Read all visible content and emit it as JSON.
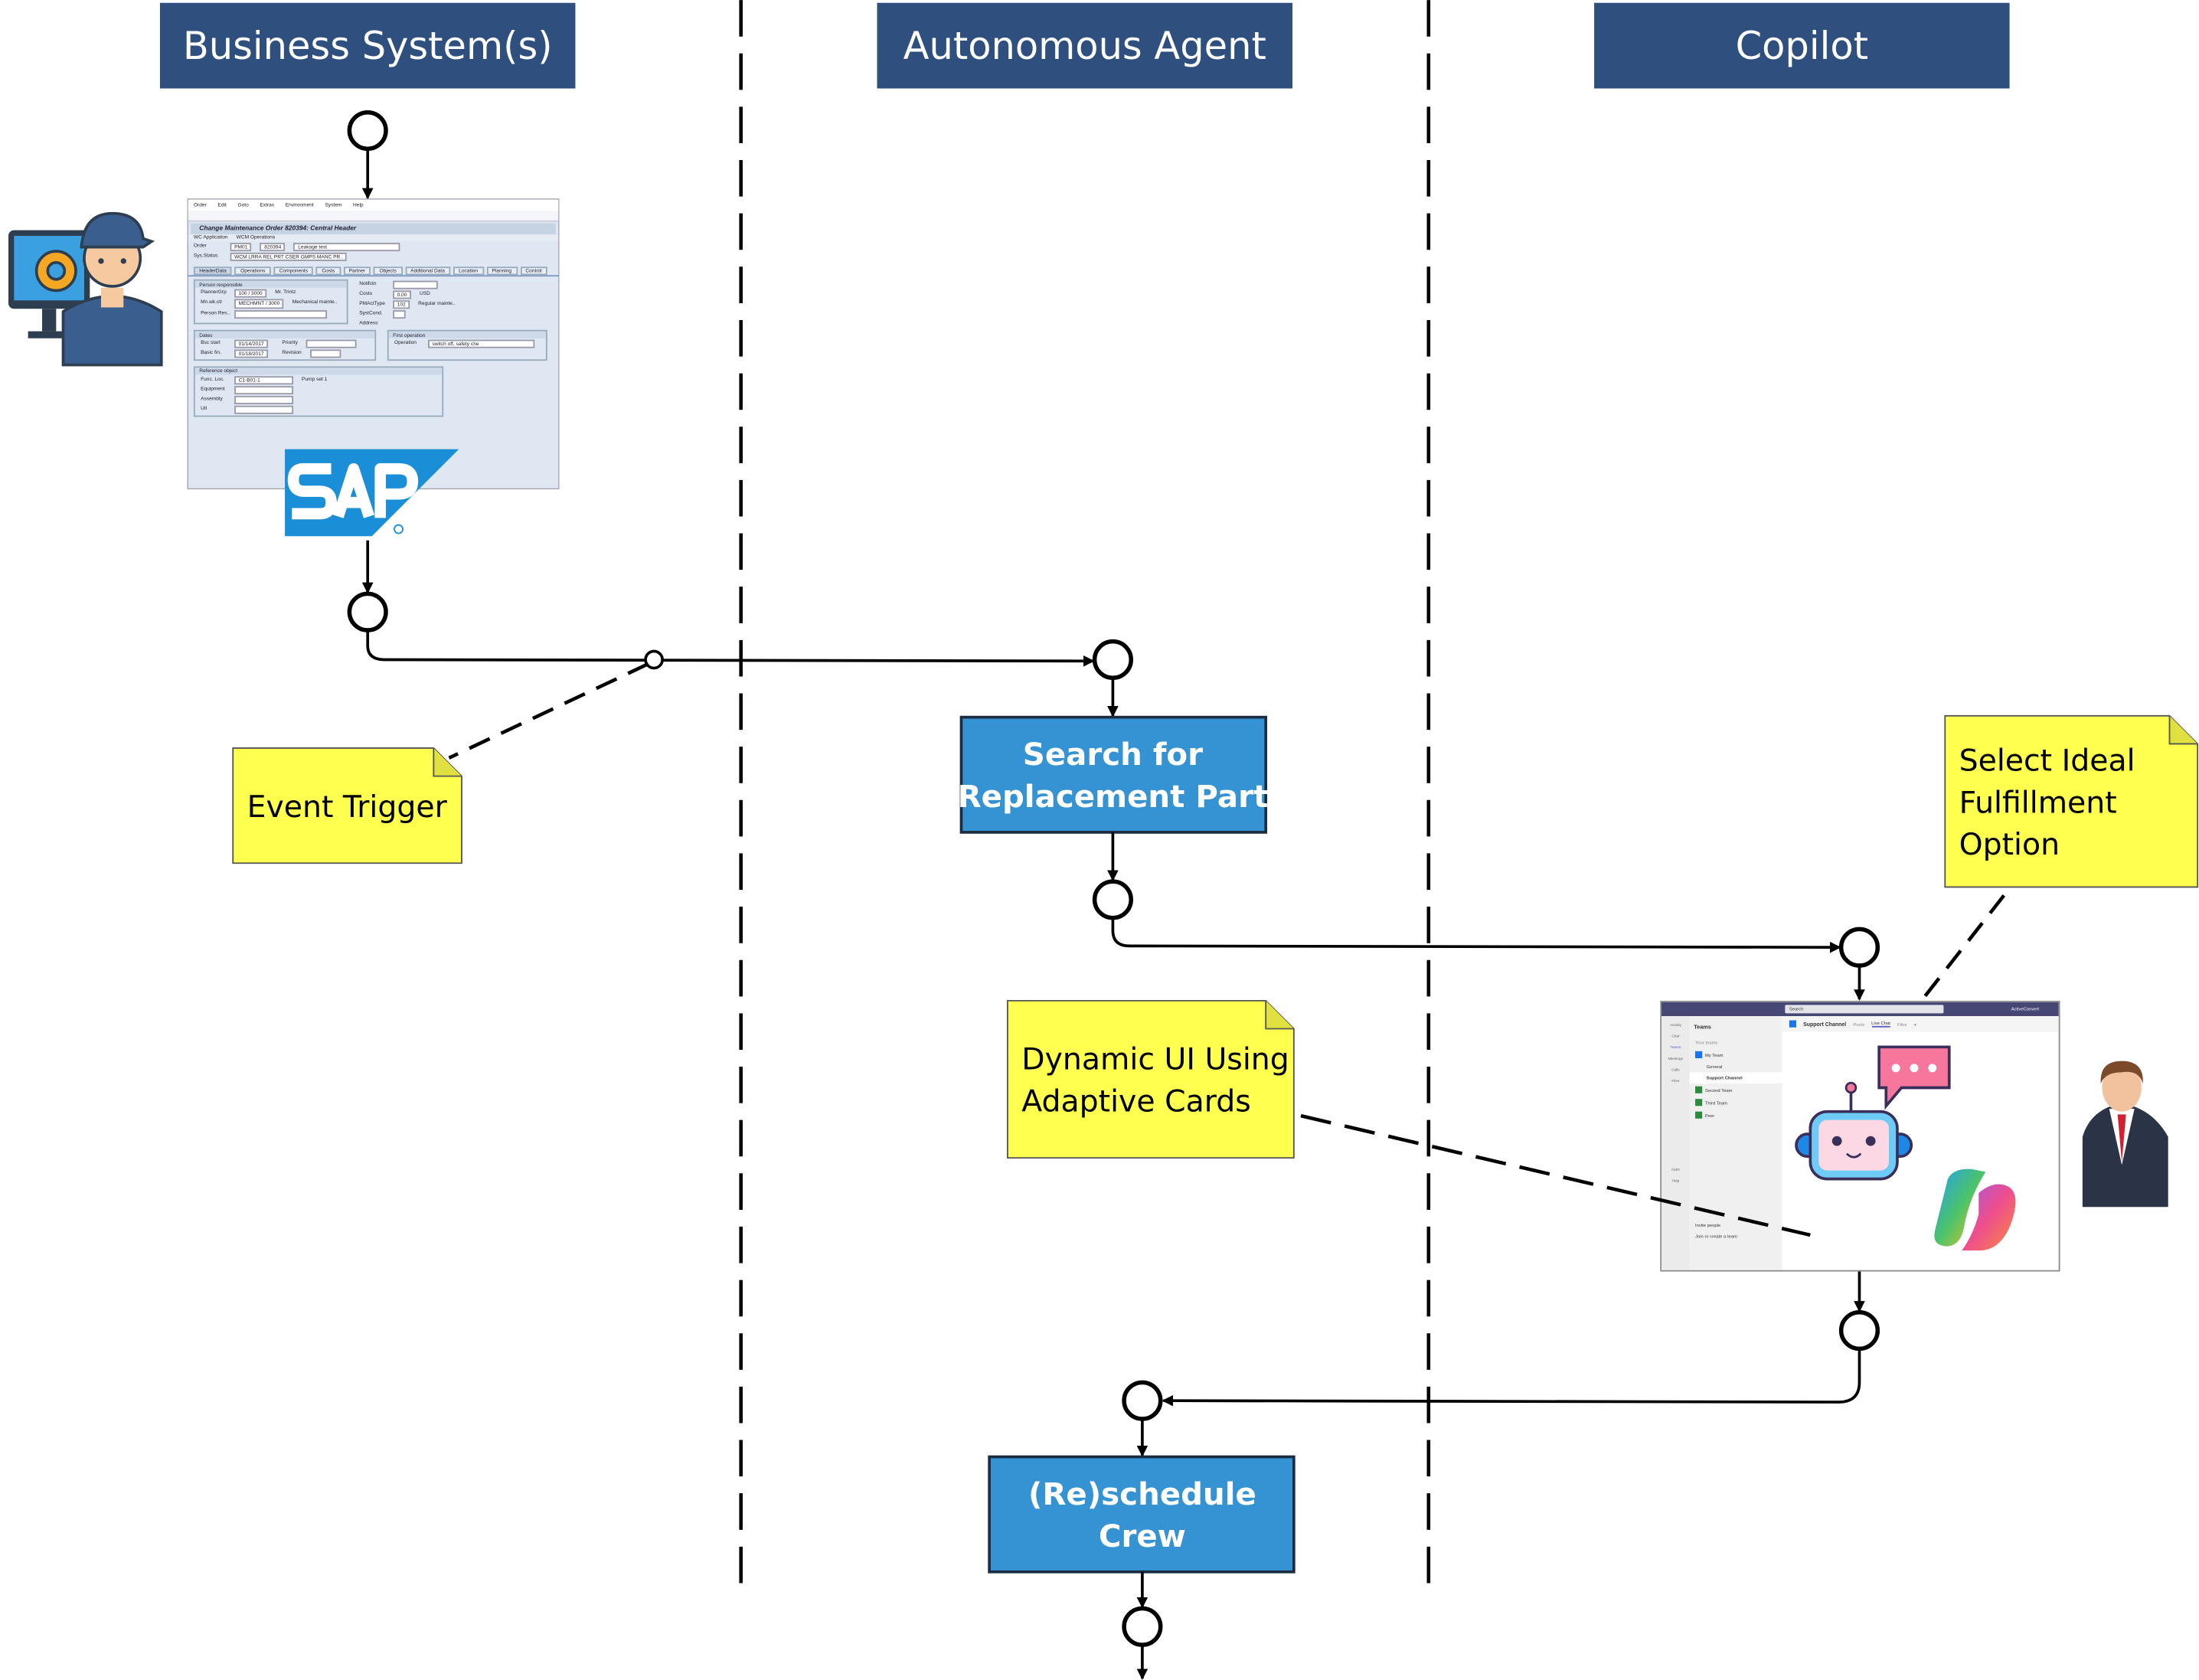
{
  "lanes": [
    {
      "title": "Business System(s)"
    },
    {
      "title": "Autonomous Agent"
    },
    {
      "title": "Copilot"
    }
  ],
  "colors": {
    "lane_header": "#2F4F7F",
    "process_box": "#3592D3",
    "note": "#FFFF4F"
  },
  "process_boxes": {
    "search": {
      "line1": "Search for",
      "line2": "Replacement Part"
    },
    "reschedule": {
      "line1": "(Re)schedule",
      "line2": "Crew"
    }
  },
  "notes": {
    "event_trigger": {
      "line1": "Event Trigger"
    },
    "select_option": {
      "line1": "Select Ideal",
      "line2": "Fulfillment",
      "line3": "Option"
    },
    "dynamic_ui": {
      "line1": "Dynamic UI Using",
      "line2": "Adaptive Cards"
    }
  },
  "sap_screen": {
    "menu": [
      "Order",
      "Edit",
      "Goto",
      "Extras",
      "Environment",
      "System",
      "Help"
    ],
    "title": "Change Maintenance Order 820394: Central Header",
    "toolbar_items": [
      "WC Application",
      "WCM Operations"
    ],
    "order_label": "Order",
    "order_type": "PM01",
    "order_number": "820394",
    "order_desc": "Leakage test",
    "status_label": "Sys.Status",
    "status_value": "WCM  LRRA REL  PRT  CSER GMPS MANC PR..",
    "tabs": [
      "HeaderData",
      "Operations",
      "Components",
      "Costs",
      "Partner",
      "Objects",
      "Additional Data",
      "Location",
      "Planning",
      "Control"
    ],
    "person_group": "Person responsible",
    "planner_label": "PlannerGrp",
    "planner_value": "100 / 3000",
    "planner_name": "Mr. Trintz",
    "workctr_label": "Mn.wk.ctr",
    "workctr_value": "MECHMNT / 3000",
    "workctr_name": "Mechanical mainte..",
    "person_label": "Person Res..",
    "notif_label": "Notifctn",
    "costs_label": "Costs",
    "costs_value": "0.00",
    "costs_currency": "USD",
    "pmact_label": "PMActType",
    "pmact_value": "102",
    "pmact_name": "Regular mainte..",
    "syst_label": "SystCond.",
    "address_label": "Address",
    "dates_group": "Dates",
    "bsc_start_label": "Bsc start",
    "bsc_start_value": "01/14/2017",
    "basic_fin_label": "Basic fin.",
    "basic_fin_value": "01/18/2017",
    "priority_label": "Priority",
    "revision_label": "Revision",
    "ref_group": "Reference object",
    "funcloc_label": "Func. Loc.",
    "funcloc_value": "C1-B01-1",
    "funcloc_name": "Pump set 1",
    "equipment_label": "Equipment",
    "assembly_label": "Assembly",
    "uii_label": "UII",
    "firstop_group": "First operation",
    "operation_label": "Operation",
    "operation_value": "switch off, safety che",
    "logo": "SAP"
  },
  "teams_screen": {
    "search_placeholder": "Search",
    "account": "ActiveConvert",
    "rail": [
      "Activity",
      "Chat",
      "Teams",
      "Meetings",
      "Calls",
      "Files",
      "Apps",
      "Help"
    ],
    "list_title": "Teams",
    "your_teams": "Your teams",
    "teams": [
      "My Team",
      "General",
      "Support Channel",
      "Second Team",
      "Third Team",
      "Peer"
    ],
    "invite": "Invite people",
    "join": "Join or create a team",
    "channel_title": "Support Channel",
    "channel_tabs": [
      "Posts",
      "Live Chat",
      "Files"
    ]
  }
}
